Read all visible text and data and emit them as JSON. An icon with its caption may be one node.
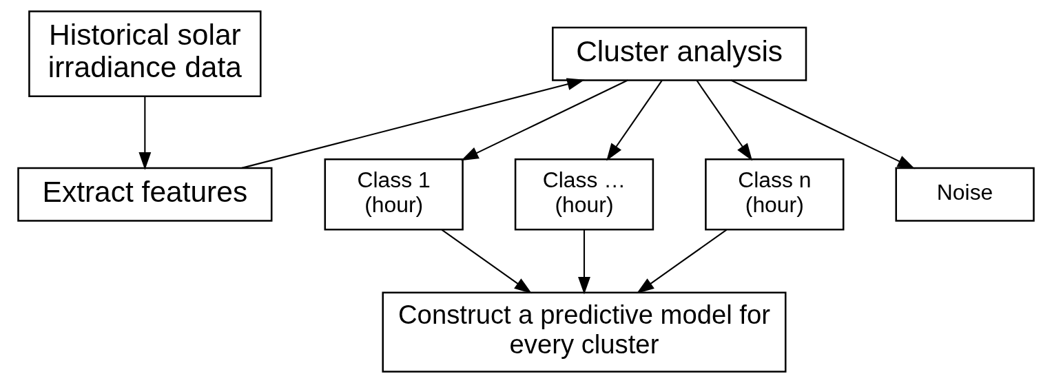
{
  "diagram": {
    "nodes": [
      {
        "text": [
          "Historical solar irradiance data"
        ]
      },
      {
        "text": [
          "Extract features"
        ]
      },
      {
        "text": [
          "Cluster analysis"
        ]
      },
      {
        "text": [
          "Class 1 (hour)"
        ]
      },
      {
        "text": [
          "Class … (hour)"
        ]
      },
      {
        "text": [
          "Class n (hour)"
        ]
      },
      {
        "text": [
          "Noise"
        ]
      },
      {
        "text": [
          "Construct a predictive model for every cluster"
        ]
      }
    ],
    "edges": [
      {
        "from": 0,
        "to": 1,
        "arrow": "to"
      },
      {
        "from": 1,
        "to": 2,
        "arrow": "to"
      },
      {
        "from": 2,
        "to": 3,
        "arrow": "to"
      },
      {
        "from": 2,
        "to": 4,
        "arrow": "to"
      },
      {
        "from": 2,
        "to": 5,
        "arrow": "to"
      },
      {
        "from": 2,
        "to": 6,
        "arrow": "to"
      },
      {
        "from": 3,
        "to": 7,
        "arrow": "to"
      },
      {
        "from": 4,
        "to": 7,
        "arrow": "to"
      },
      {
        "from": 5,
        "to": 7,
        "arrow": "to"
      }
    ]
  }
}
